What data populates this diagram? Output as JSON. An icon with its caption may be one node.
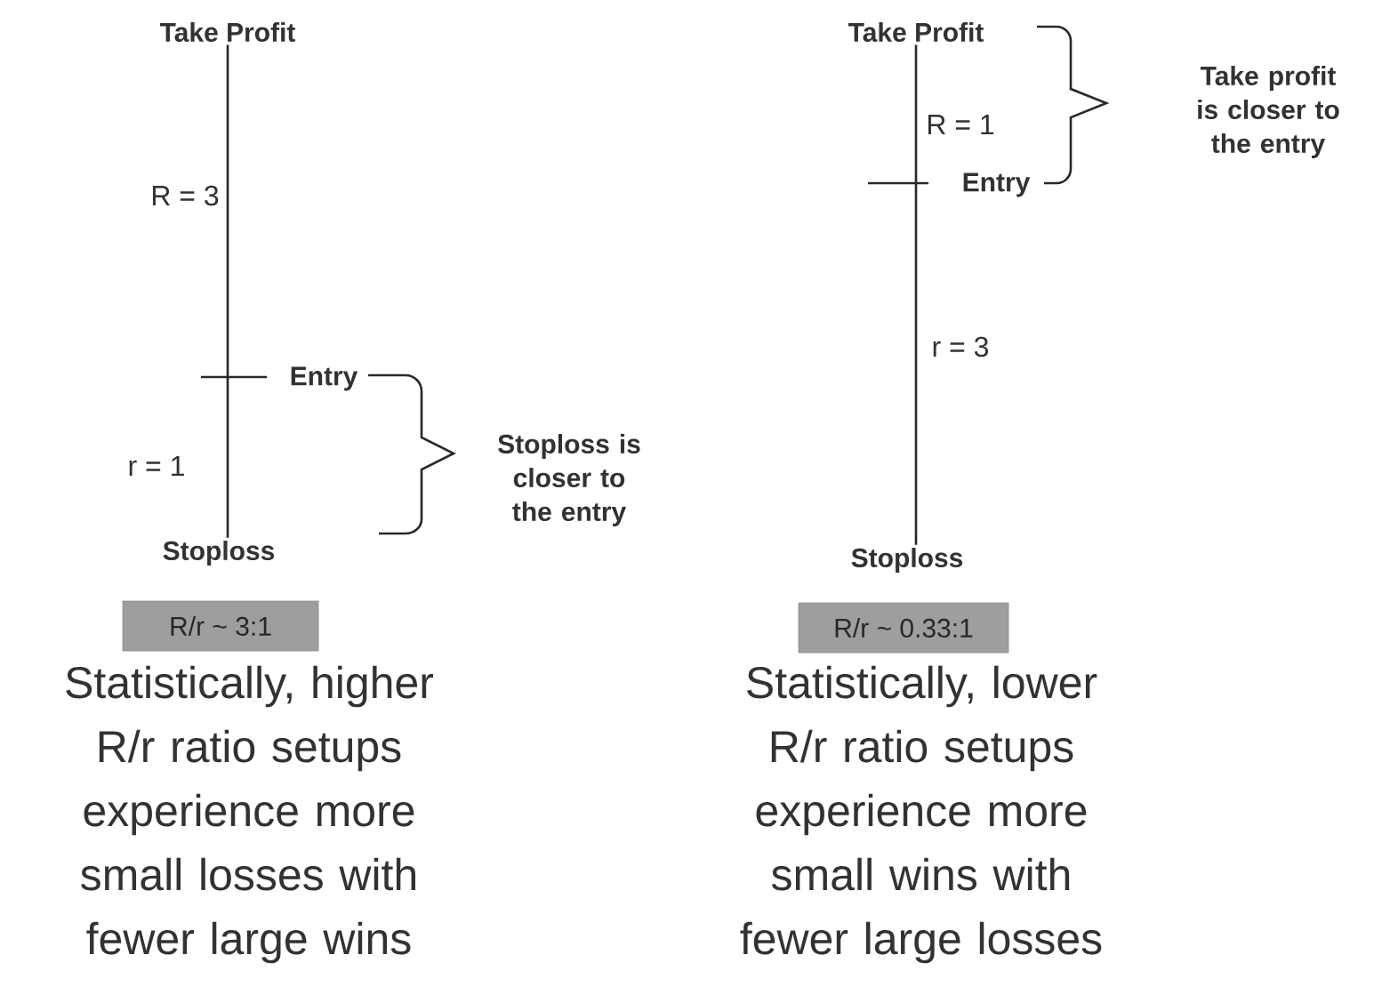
{
  "diagram": {
    "nodes": [
      {
        "text": [
          "Take Profit"
        ]
      },
      {
        "text": [
          "Stoploss"
        ]
      },
      {
        "text": [
          "R/r ~ 3:1"
        ]
      },
      {
        "text": [
          "Take Profit"
        ]
      },
      {
        "text": [
          "Stoploss"
        ]
      },
      {
        "text": [
          "R/r ~ 0.33:1"
        ]
      }
    ],
    "edges": [
      {
        "from": 0,
        "to": 1,
        "arrow": "none"
      },
      {
        "from": 3,
        "to": 4,
        "arrow": "none"
      }
    ],
    "labels": [
      "R = 3",
      "Entry",
      "r = 1",
      "Stoploss is closer to the entry",
      "Statistically, higher R/r ratio setups experience more small losses with fewer large wins",
      "R = 1",
      "Entry",
      "Take profit is closer to the entry",
      "r = 3",
      "Statistically, lower R/r ratio setups experience more small wins with fewer large losses"
    ]
  }
}
